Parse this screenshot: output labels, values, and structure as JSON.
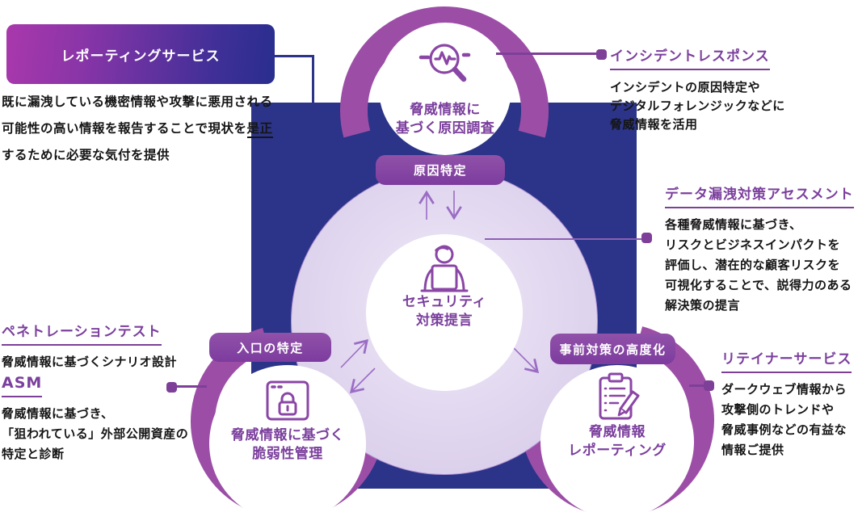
{
  "left_panel": {
    "badge": "レポーティングサービス",
    "desc_line1": "既に漏洩している機密情報や攻撃に悪用される",
    "desc_line2_prefix": "可能性の高い情報を報告することで現状を",
    "desc_line2_underline": "是正",
    "desc_line3": "するために必要な気付を提供"
  },
  "center": {
    "icon": "person-laptop-icon",
    "label_line1": "セキュリティ",
    "label_line2": "対策提言"
  },
  "nodes": {
    "top": {
      "icon": "search-pulse-icon",
      "label_line1": "脅威情報に",
      "label_line2": "基づく原因調査",
      "pill": "原因特定"
    },
    "bottom_left": {
      "icon": "browser-lock-icon",
      "label_line1": "脅威情報に基づく",
      "label_line2": "脆弱性管理",
      "pill": "入口の特定"
    },
    "bottom_right": {
      "icon": "clipboard-pencil-icon",
      "label_line1": "脅威情報",
      "label_line2": "レポーティング",
      "pill": "事前対策の高度化"
    }
  },
  "sections": {
    "incident_response": {
      "title": "インシデントレスポンス",
      "lines": [
        "インシデントの原因特定や",
        "デジタルフォレンジックなどに",
        "脅威情報を活用"
      ]
    },
    "data_leak_assessment": {
      "title": "データ漏洩対策アセスメント",
      "lines": [
        "各種脅威情報に基づき、",
        "リスクとビジネスインパクトを",
        "評価し、潜在的な顧客リスクを",
        "可視化することで、説得力のある",
        "解決策の提言"
      ]
    },
    "penetration_test": {
      "title": "ペネトレーションテスト",
      "lines": [
        "脅威情報に基づくシナリオ設計"
      ]
    },
    "asm": {
      "title": "ASM",
      "lines": [
        "脅威情報に基づき、",
        "「狙われている」外部公開資産の",
        "特定と診断"
      ]
    },
    "retainer_service": {
      "title": "リテイナーサービス",
      "lines": [
        "ダークウェブ情報から",
        "攻撃側のトレンドや",
        "脅威事例などの有益な",
        "情報ご提供"
      ]
    }
  },
  "colors": {
    "navy": "#2b3488",
    "ring_purple": "#9c4ea7",
    "accent_purple": "#7d3f98",
    "lavender": "#d6c9e7",
    "title_purple": "#7b3f9d"
  }
}
